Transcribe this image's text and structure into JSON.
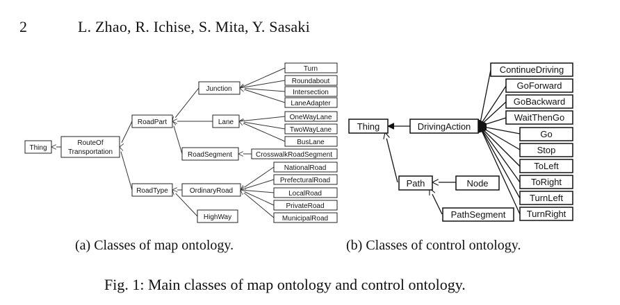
{
  "header": {
    "page_number": "2",
    "authors": "L. Zhao, R. Ichise, S. Mita, Y. Sasaki"
  },
  "map_ontology": {
    "nodes": {
      "thing": "Thing",
      "route_line1": "RouteOf",
      "route_line2": "Transportation",
      "road_part": "RoadPart",
      "road_type": "RoadType",
      "junction": "Junction",
      "lane": "Lane",
      "road_segment": "RoadSegment",
      "ordinary_road": "OrdinaryRoad",
      "highway": "HighWay",
      "turn": "Turn",
      "roundabout": "Roundabout",
      "intersection": "Intersection",
      "lane_adapter": "LaneAdapter",
      "one_way_lane": "OneWayLane",
      "two_way_lane": "TwoWayLane",
      "bus_lane": "BusLane",
      "crosswalk_road_segment": "CrosswalkRoadSegment",
      "national_road": "NationalRoad",
      "prefectural_road": "PrefecturalRoad",
      "local_road": "LocalRoad",
      "private_road": "PrivateRoad",
      "municipal_road": "MunicipalRoad"
    }
  },
  "control_ontology": {
    "nodes": {
      "thing": "Thing",
      "driving_action": "DrivingAction",
      "path": "Path",
      "node": "Node",
      "path_segment": "PathSegment",
      "continue_driving": "ContinueDriving",
      "go_forward": "GoForward",
      "go_backward": "GoBackward",
      "wait_then_go": "WaitThenGo",
      "go": "Go",
      "stop": "Stop",
      "to_left": "ToLeft",
      "to_right": "ToRight",
      "turn_left": "TurnLeft",
      "turn_right": "TurnRight"
    }
  },
  "captions": {
    "sub_a": "(a) Classes of map ontology.",
    "sub_b": "(b) Classes of control ontology.",
    "figure": "Fig. 1: Main classes of map ontology and control ontology."
  }
}
